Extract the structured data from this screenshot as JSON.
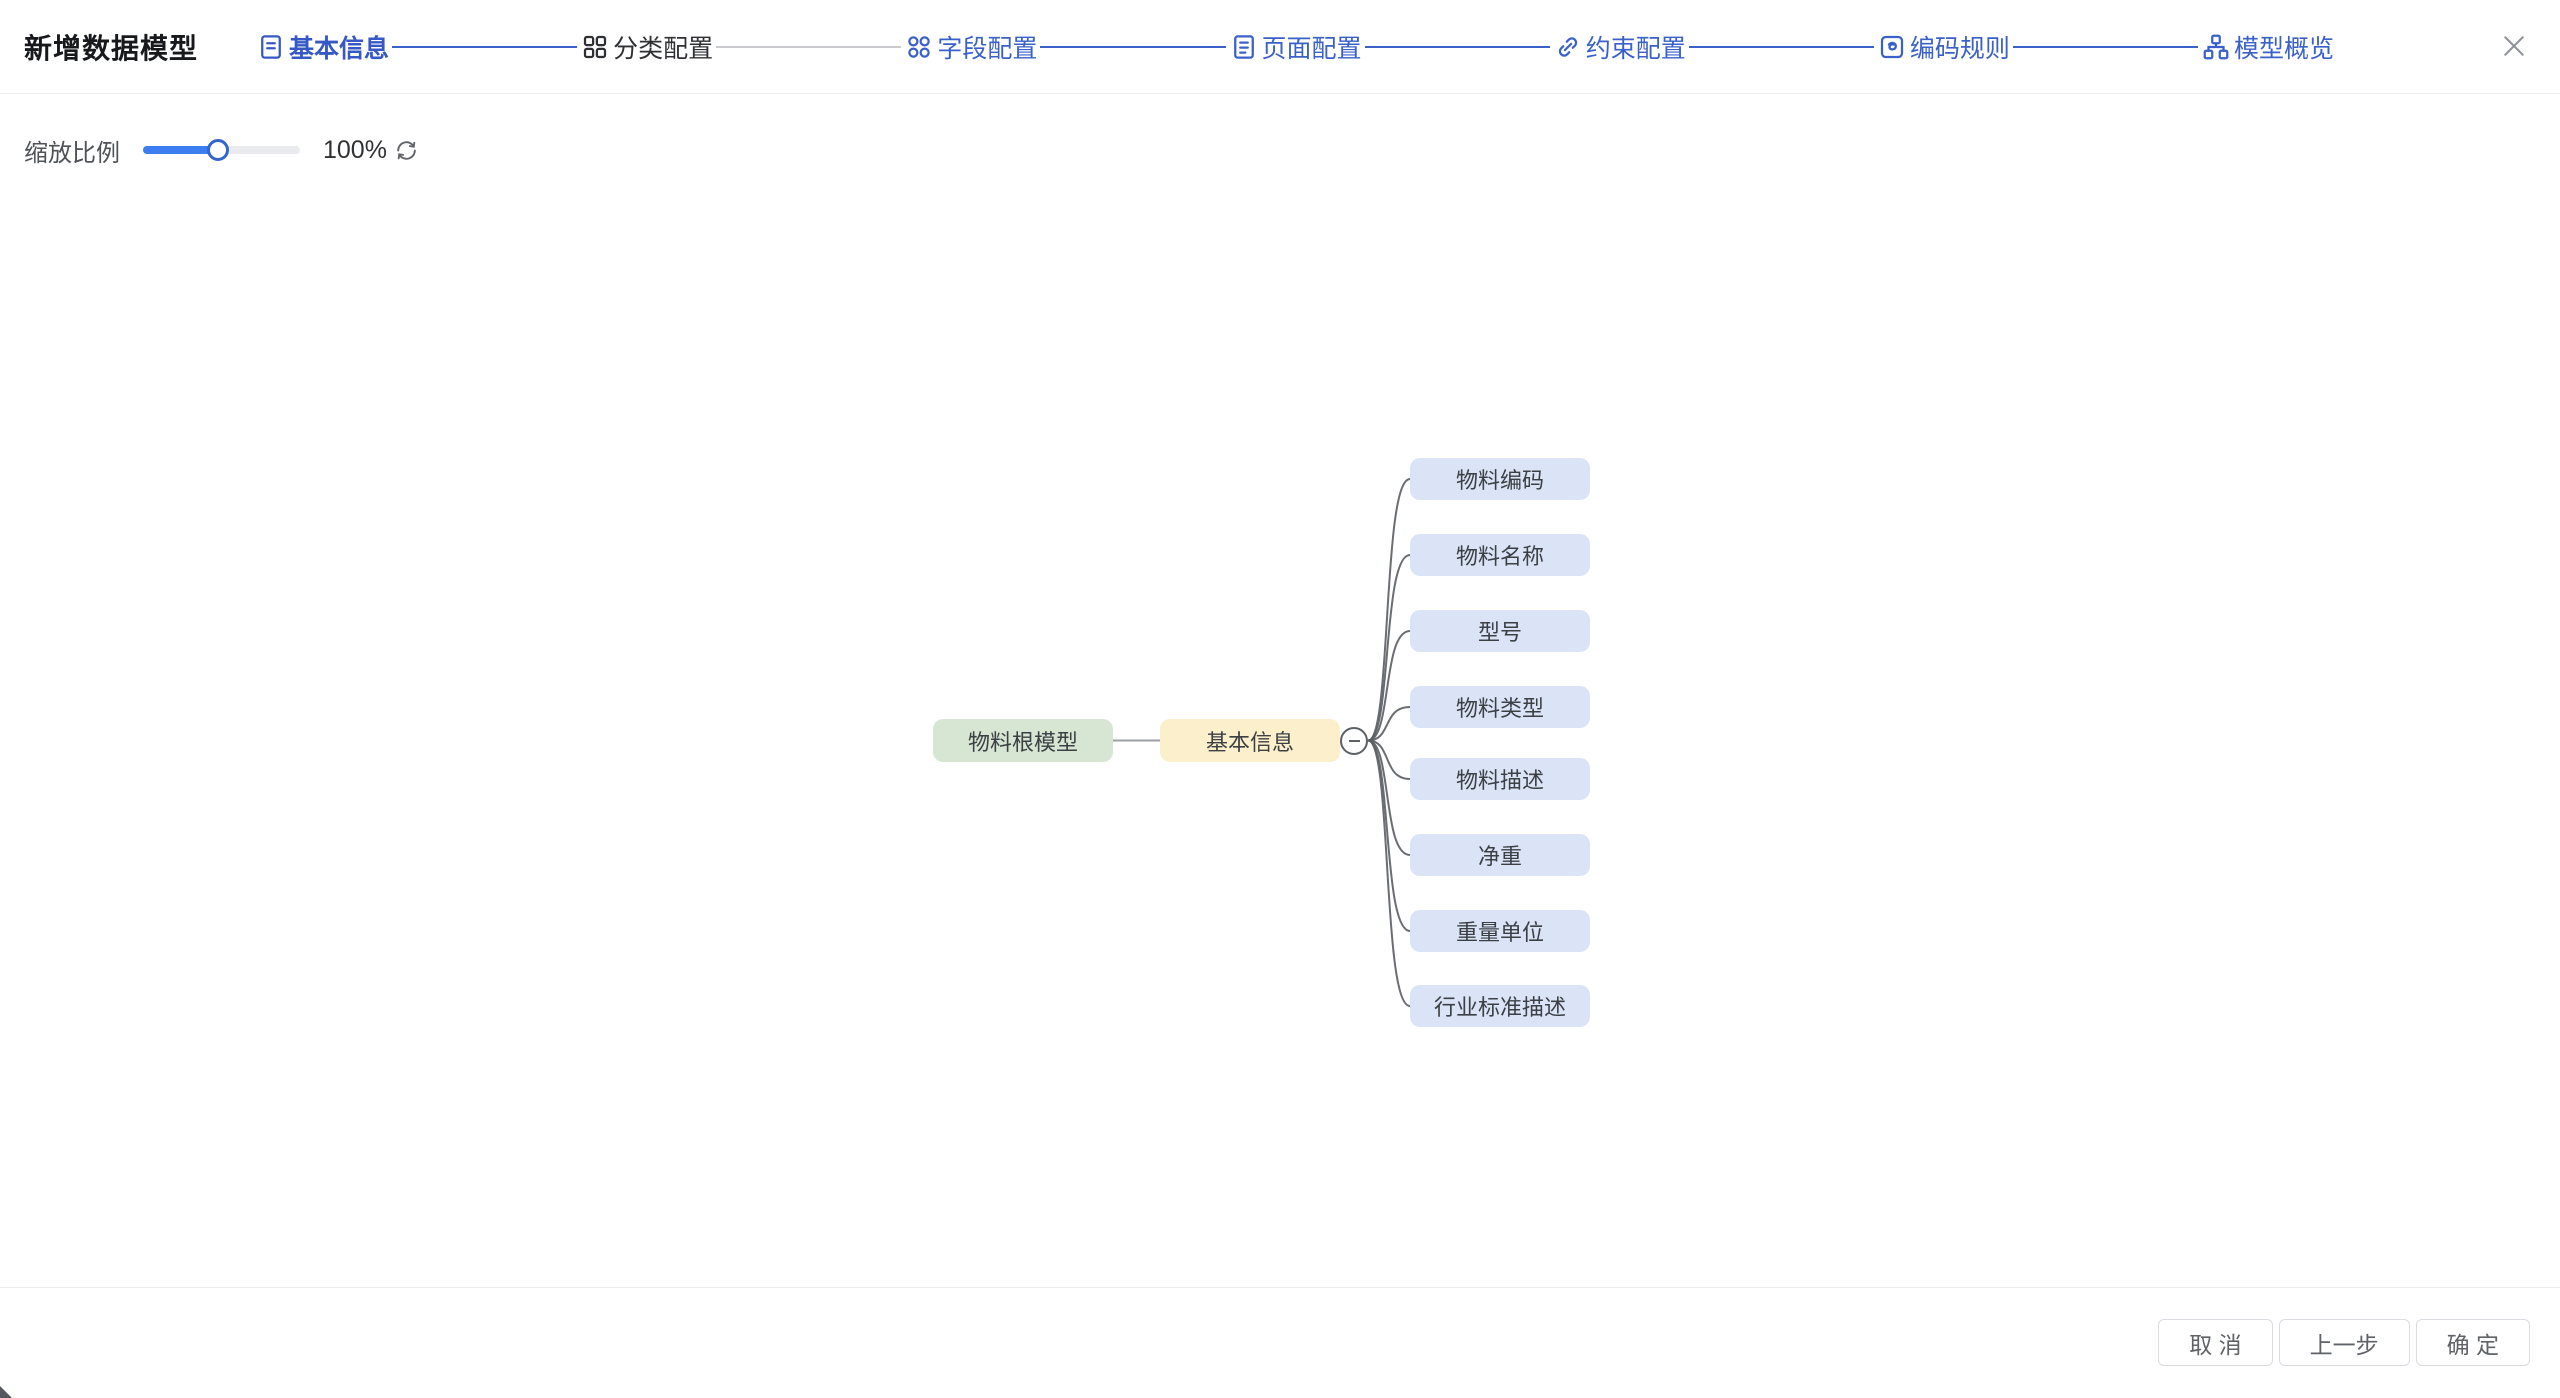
{
  "dialog": {
    "title": "新增数据模型"
  },
  "header_icons": {
    "close": "close-icon"
  },
  "steps": {
    "items": [
      {
        "label": "基本信息",
        "icon": "document-icon",
        "state": "active"
      },
      {
        "label": "分类配置",
        "icon": "squares-grid-icon",
        "state": "current"
      },
      {
        "label": "字段配置",
        "icon": "circles-grid-icon",
        "state": "link"
      },
      {
        "label": "页面配置",
        "icon": "page-icon",
        "state": "link"
      },
      {
        "label": "约束配置",
        "icon": "link-icon",
        "state": "link"
      },
      {
        "label": "编码规则",
        "icon": "rule-icon",
        "state": "link"
      },
      {
        "label": "模型概览",
        "icon": "sitemap-icon",
        "state": "link"
      }
    ],
    "connectors": [
      "blue",
      "gray",
      "blue",
      "blue",
      "blue",
      "blue"
    ]
  },
  "toolbar": {
    "zoom_label": "缩放比例",
    "zoom_value": "100%",
    "slider_percent": 48,
    "refresh_icon": "refresh-icon"
  },
  "mindmap": {
    "root_label": "物料根模型",
    "branch_label": "基本信息",
    "expander": "minus-collapse-icon",
    "children": [
      "物料编码",
      "物料名称",
      "型号",
      "物料类型",
      "物料描述",
      "净重",
      "重量单位",
      "行业标准描述"
    ]
  },
  "footer": {
    "buttons": [
      {
        "label": "取 消",
        "name": "cancel-button"
      },
      {
        "label": "上一步",
        "name": "previous-step-button"
      },
      {
        "label": "确 定",
        "name": "confirm-button"
      }
    ]
  },
  "colors": {
    "step_blue": "#3a61c9",
    "step_current": "#2e3033",
    "connector_gray": "#c9cbcf",
    "slider_fill": "#3d7df2",
    "slider_handle_border": "#3465cf",
    "node_root_green": "#d7e6d2",
    "node_branch_yellow": "#fbf0cb",
    "node_child_blue": "#dbe4f7",
    "mindmap_line": "#5a5e64",
    "root_link_line": "#9aa0a6"
  }
}
